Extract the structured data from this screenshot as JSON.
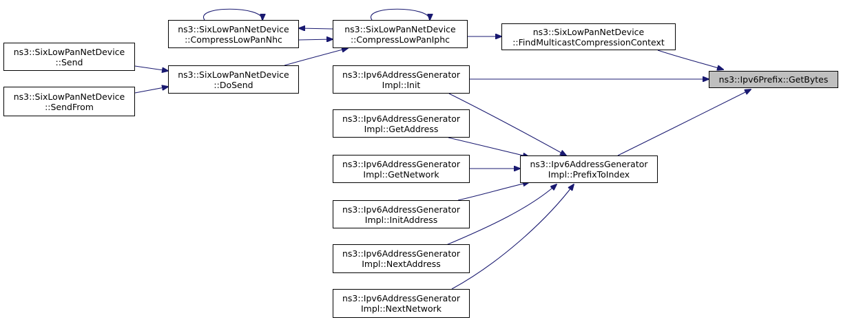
{
  "colors": {
    "edge": "#191970",
    "root_fill": "#bfbfbf",
    "node_fill": "#ffffff",
    "border": "#000000"
  },
  "nodes": {
    "get_bytes": {
      "lines": [
        "ns3::Ipv6Prefix::GetBytes"
      ]
    },
    "find_multicast": {
      "lines": [
        "ns3::SixLowPanNetDevice",
        "::FindMulticastCompressionContext"
      ]
    },
    "compress_iphc": {
      "lines": [
        "ns3::SixLowPanNetDevice",
        "::CompressLowPanIphc"
      ]
    },
    "compress_nhc": {
      "lines": [
        "ns3::SixLowPanNetDevice",
        "::CompressLowPanNhc"
      ]
    },
    "do_send": {
      "lines": [
        "ns3::SixLowPanNetDevice",
        "::DoSend"
      ]
    },
    "send": {
      "lines": [
        "ns3::SixLowPanNetDevice",
        "::Send"
      ]
    },
    "send_from": {
      "lines": [
        "ns3::SixLowPanNetDevice",
        "::SendFrom"
      ]
    },
    "init": {
      "lines": [
        "ns3::Ipv6AddressGenerator",
        "Impl::Init"
      ]
    },
    "prefix_to_index": {
      "lines": [
        "ns3::Ipv6AddressGenerator",
        "Impl::PrefixToIndex"
      ]
    },
    "get_address": {
      "lines": [
        "ns3::Ipv6AddressGenerator",
        "Impl::GetAddress"
      ]
    },
    "get_network": {
      "lines": [
        "ns3::Ipv6AddressGenerator",
        "Impl::GetNetwork"
      ]
    },
    "init_address": {
      "lines": [
        "ns3::Ipv6AddressGenerator",
        "Impl::InitAddress"
      ]
    },
    "next_address": {
      "lines": [
        "ns3::Ipv6AddressGenerator",
        "Impl::NextAddress"
      ]
    },
    "next_network": {
      "lines": [
        "ns3::Ipv6AddressGenerator",
        "Impl::NextNetwork"
      ]
    }
  }
}
